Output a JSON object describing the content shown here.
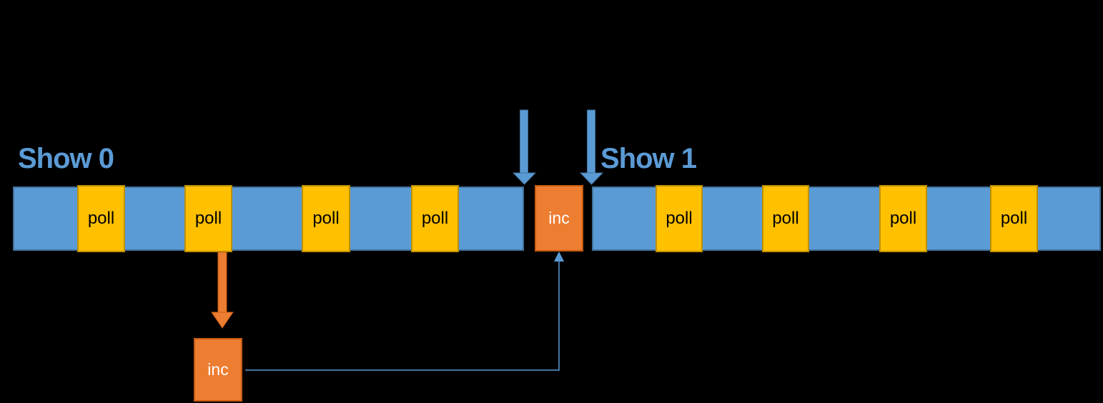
{
  "diagram": {
    "labels": {
      "show0": "Show 0",
      "show1": "Show 1"
    },
    "segments": [
      {
        "label": "Show 0",
        "polls": [
          "poll",
          "poll",
          "poll",
          "poll"
        ]
      },
      {
        "label": "Show 1",
        "polls": [
          "poll",
          "poll",
          "poll",
          "poll"
        ]
      }
    ],
    "inc_timeline_label": "inc",
    "inc_bottom_label": "inc",
    "icons": {
      "show0_end_marker": "down-arrow",
      "show1_start_marker": "down-arrow",
      "poll_to_inc": "down-arrow",
      "inc_merge_connector": "elbow-up-arrow"
    },
    "colors": {
      "background": "#000000",
      "timeline_fill": "#5B9BD5",
      "timeline_border": "#41719C",
      "poll_fill": "#FFC000",
      "poll_border": "#BF9000",
      "inc_fill": "#ED7D31",
      "inc_border": "#C55A11",
      "show_label_text": "#5B9BD5",
      "poll_text": "#000000",
      "inc_text": "#FFFFFF",
      "blue_arrow": "#5B9BD5",
      "orange_arrow": "#ED7D31",
      "connector_line": "#5B9BD5"
    }
  }
}
